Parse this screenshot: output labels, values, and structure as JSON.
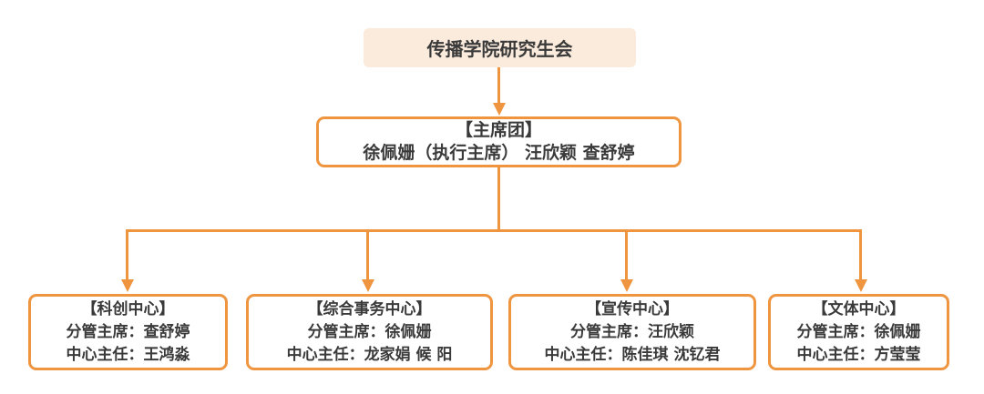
{
  "chart": {
    "root": {
      "title": "传播学院研究生会"
    },
    "presidium": {
      "title": "【主席团】",
      "members": "徐佩姗（执行主席） 汪欣颖 查舒婷"
    },
    "centers": [
      {
        "title": "【科创中心】",
        "chair": "分管主席：查舒婷",
        "director": "中心主任：王鸿淼"
      },
      {
        "title": "【综合事务中心】",
        "chair": "分管主席：徐佩姗",
        "director": "中心主任：龙家娟 候 阳"
      },
      {
        "title": "【宣传中心】",
        "chair": "分管主席：汪欣颖",
        "director": "中心主任：陈佳琪 沈钇君"
      },
      {
        "title": "【文体中心】",
        "chair": "分管主席：徐佩姗",
        "director": "中心主任：方莹莹"
      }
    ],
    "colors": {
      "accent": "#ef9540",
      "root_fill": "#faebdc",
      "text": "#3a3a3a",
      "background": "#ffffff"
    }
  }
}
